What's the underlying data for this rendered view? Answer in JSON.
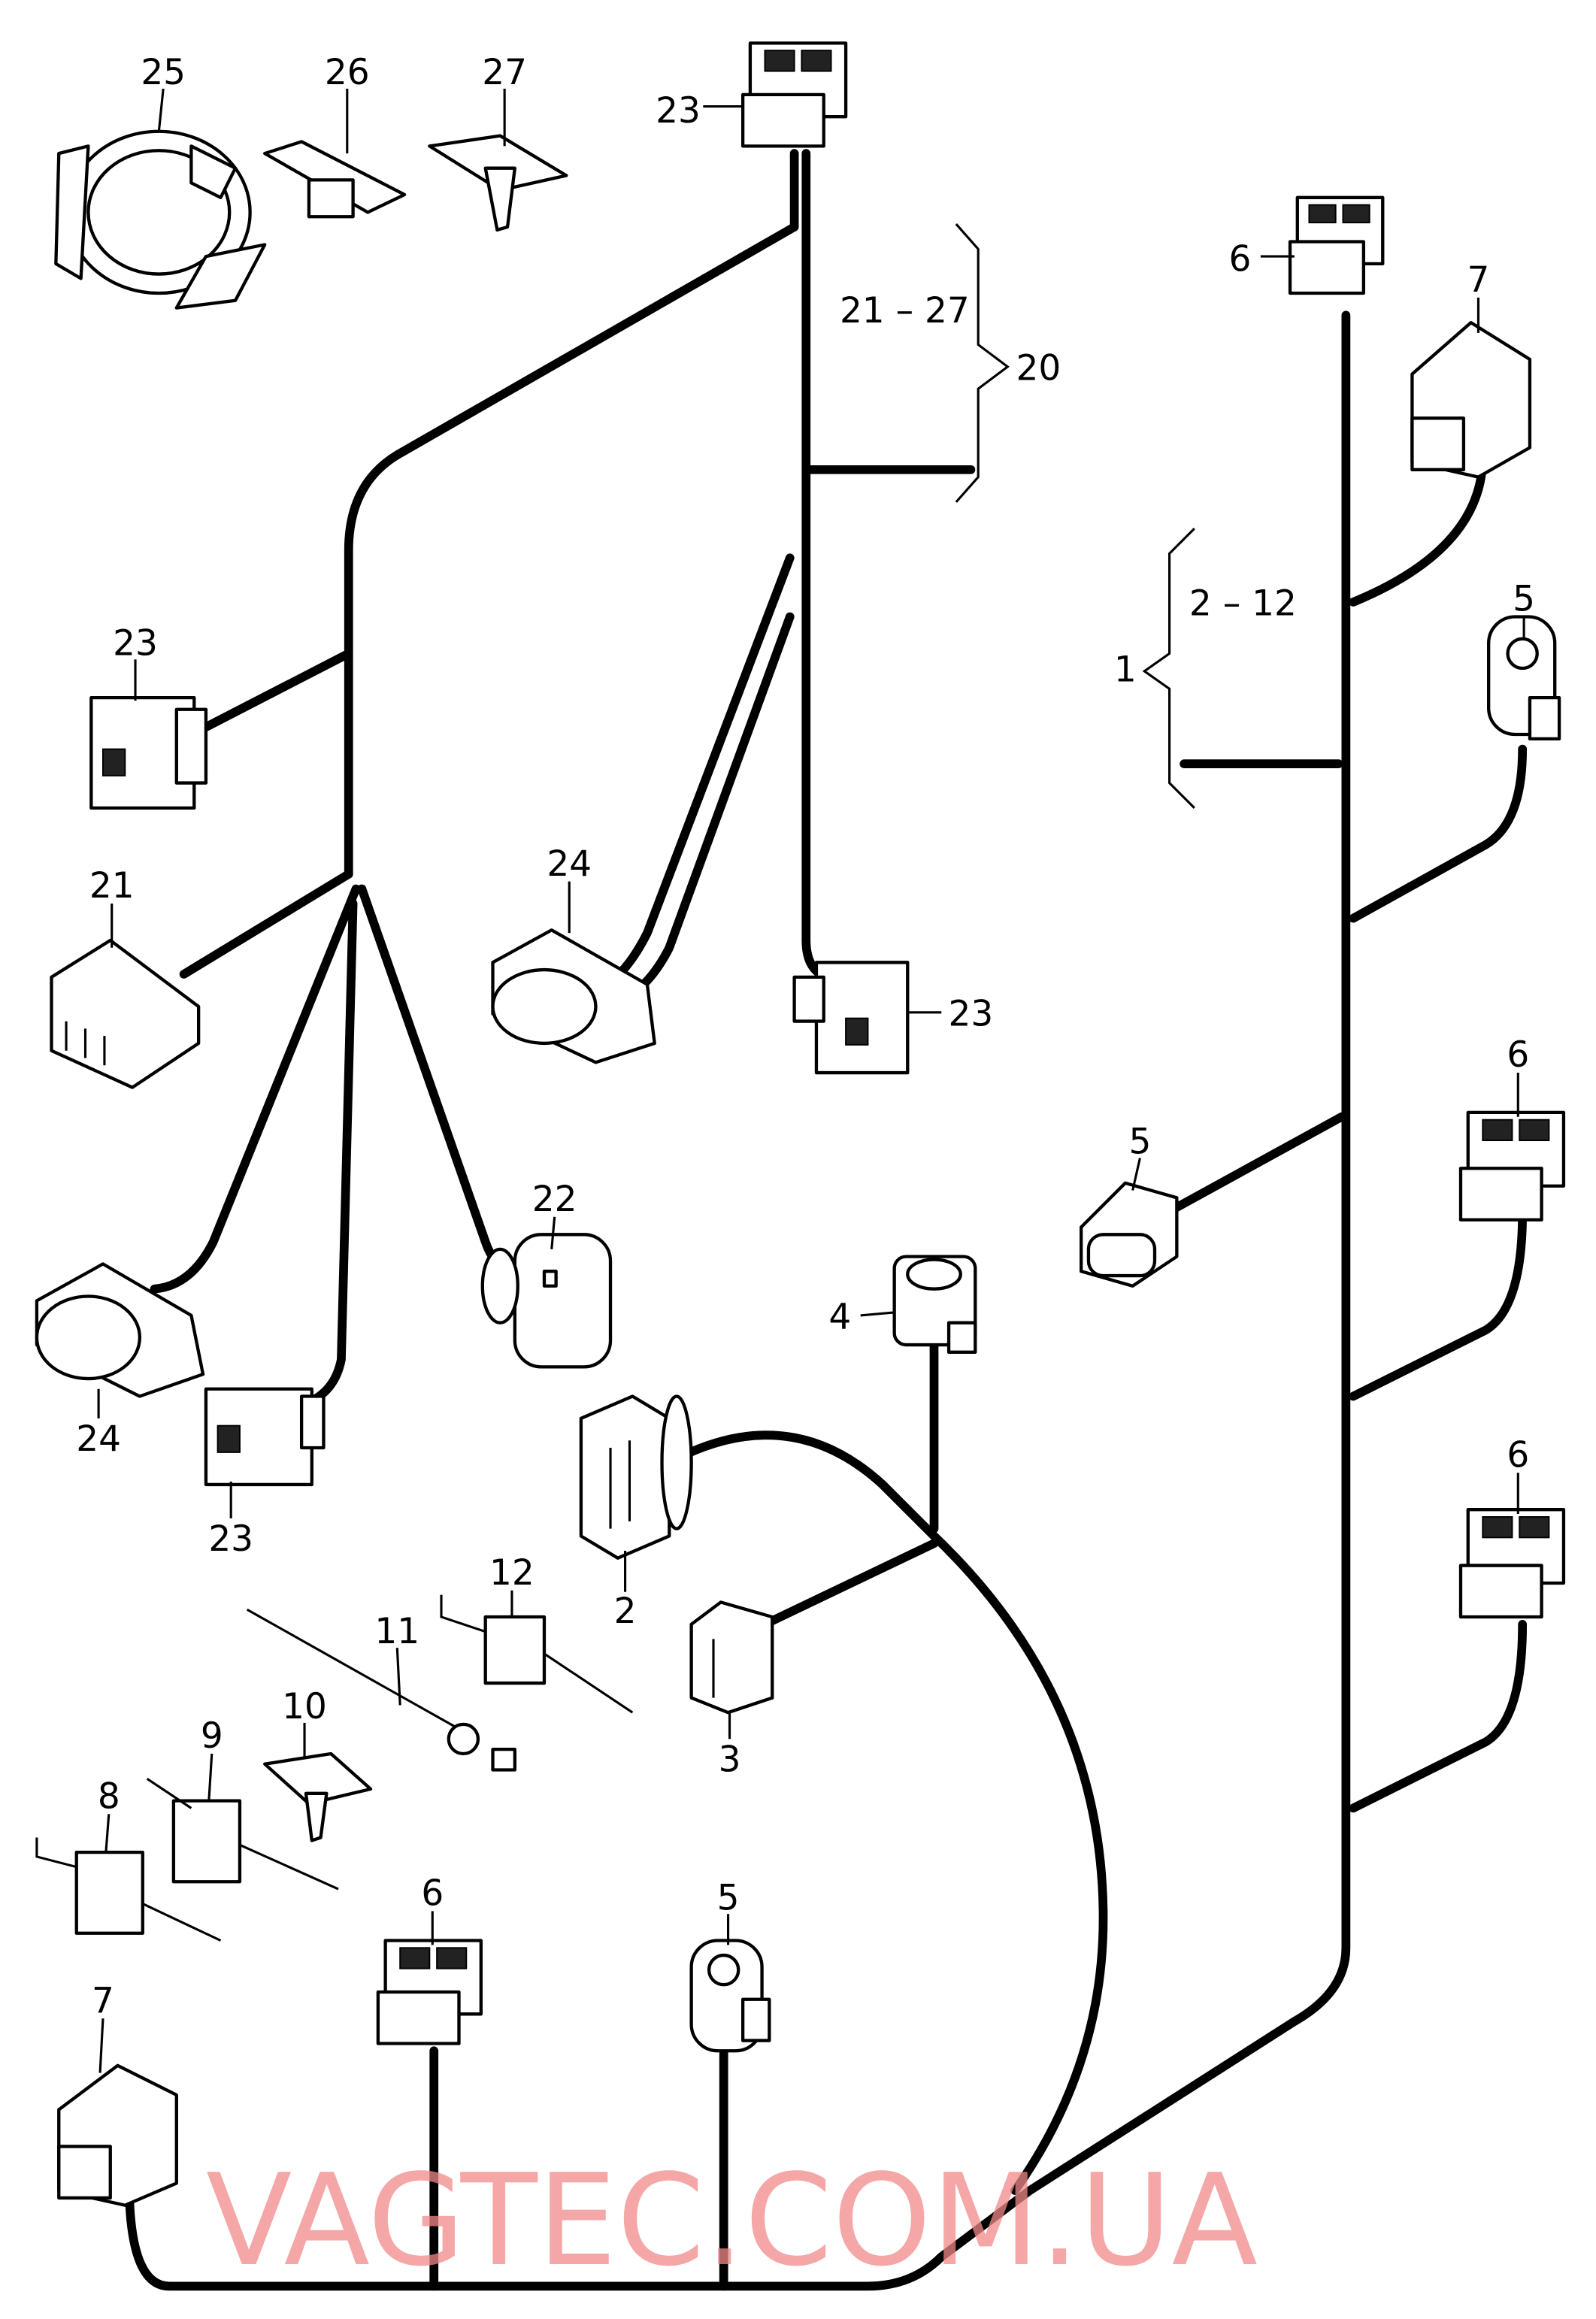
{
  "diagram": {
    "watermark": "VAGTEC.COM.UA",
    "labels": [
      "25",
      "26",
      "27",
      "23",
      "21 – 27",
      "20",
      "6",
      "7",
      "2 – 12",
      "1",
      "5",
      "23",
      "21",
      "24",
      "23",
      "6",
      "5",
      "22",
      "4",
      "24",
      "23",
      "2",
      "12",
      "11",
      "3",
      "10",
      "9",
      "8",
      "6",
      "5",
      "7",
      "6"
    ]
  }
}
